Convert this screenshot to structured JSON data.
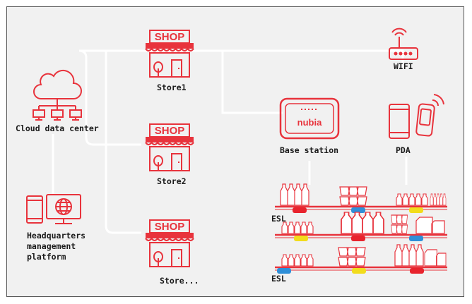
{
  "diagram": {
    "nodes": {
      "cloud": {
        "label": "Cloud data center",
        "icon": "cloud-network-icon"
      },
      "store1": {
        "label": "Store1",
        "icon": "shop-icon",
        "sign": "SHOP"
      },
      "store2": {
        "label": "Store2",
        "icon": "shop-icon",
        "sign": "SHOP"
      },
      "store3": {
        "label": "Store...",
        "icon": "shop-icon",
        "sign": "SHOP"
      },
      "headquarters": {
        "label": "Headquarters management platform",
        "icon": "computer-globe-icon"
      },
      "wifi": {
        "label": "WIFI",
        "icon": "router-icon"
      },
      "base_station": {
        "label": "Base station",
        "icon": "base-station-icon",
        "brand": "nubia"
      },
      "pda": {
        "label": "PDA",
        "icon": "pda-icon"
      },
      "esl_top": {
        "label": "ESL"
      },
      "esl_bottom": {
        "label": "ESL"
      }
    },
    "colors": {
      "accent_red": "#e8333c",
      "line_white": "#ffffff",
      "tag_red": "#e8232d",
      "tag_blue": "#2f8fd8",
      "tag_yellow": "#f2dc1c"
    }
  }
}
